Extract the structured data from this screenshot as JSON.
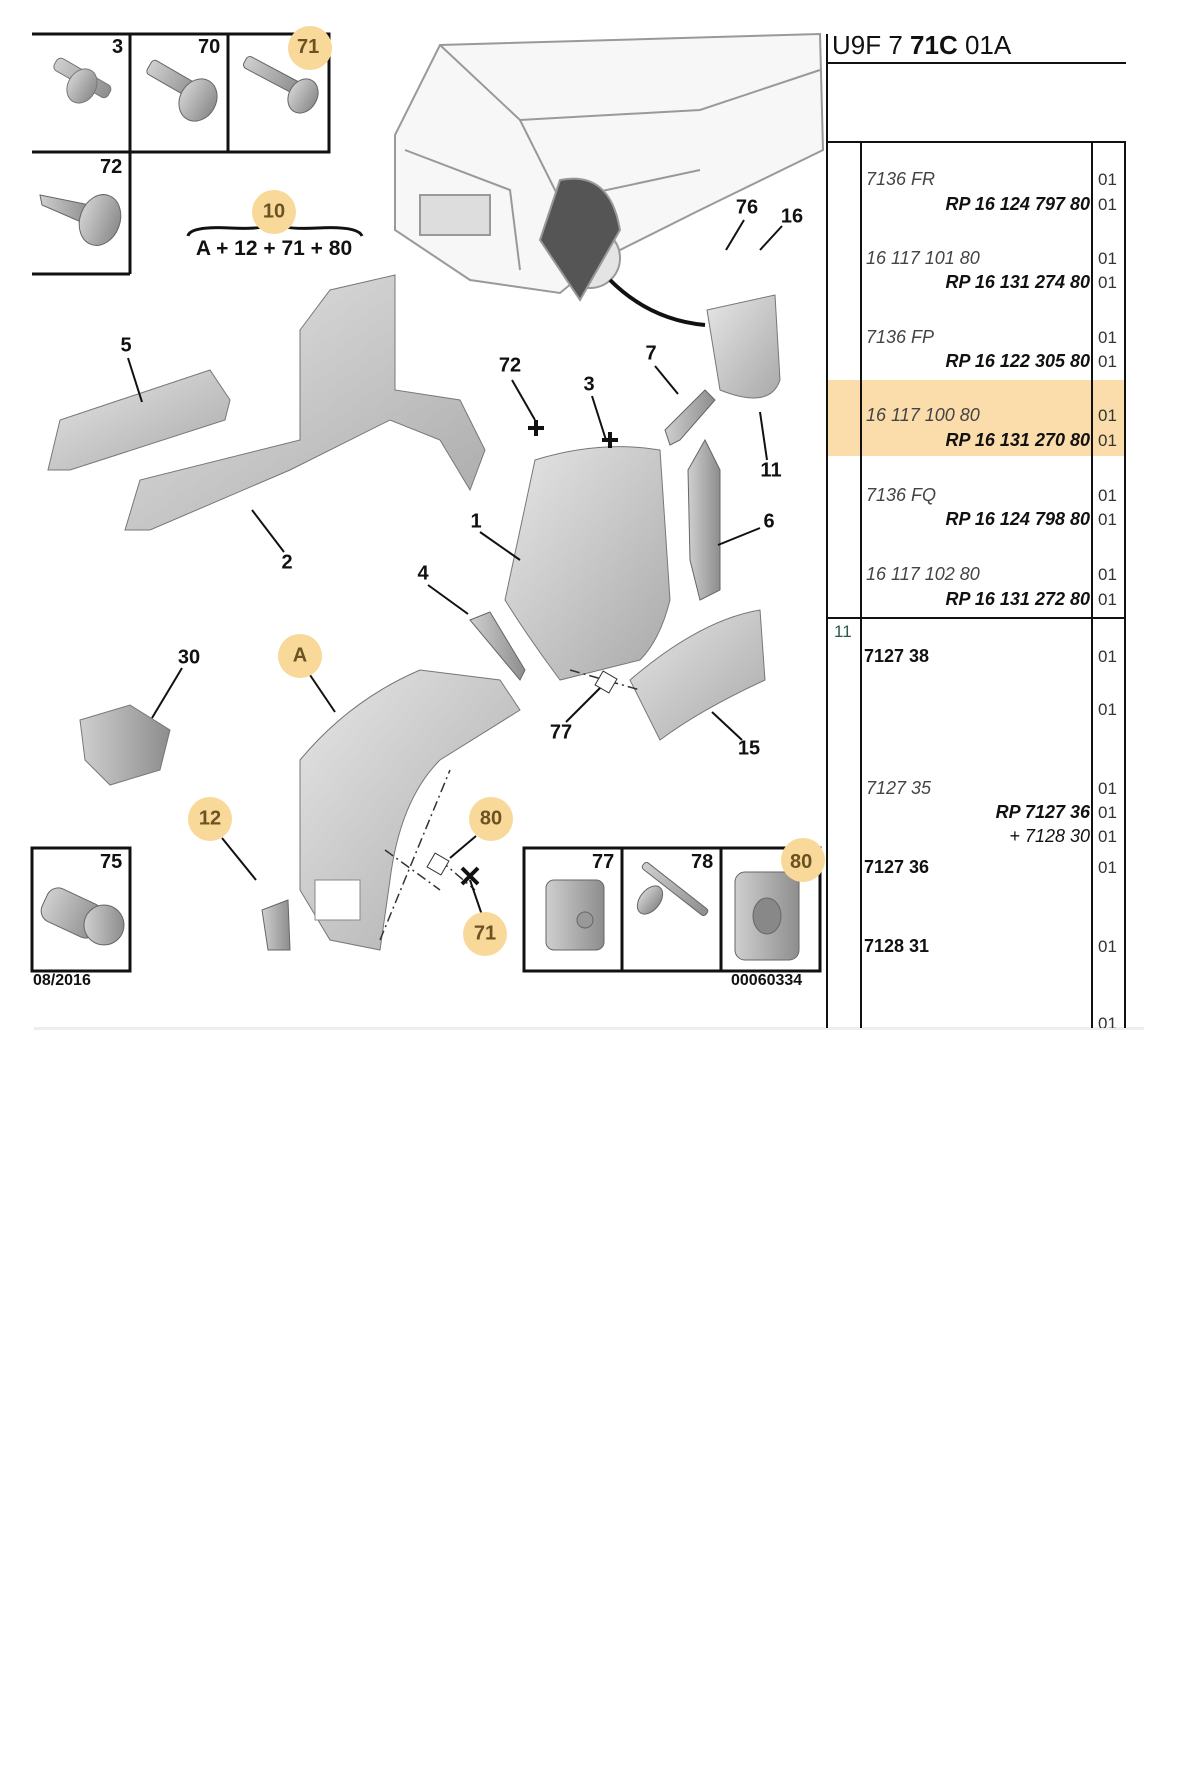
{
  "header": {
    "prefix": "U9F 7 ",
    "code": "71C",
    "suffix": " 01A"
  },
  "diagram": {
    "top_boxes": [
      "3",
      "70",
      "71",
      "72"
    ],
    "kit": {
      "number": "10",
      "formula": "A + 12 + 71 + 80"
    },
    "callouts": [
      "76",
      "16",
      "5",
      "72",
      "3",
      "7",
      "11",
      "1",
      "6",
      "2",
      "4",
      "A",
      "30",
      "77",
      "15",
      "12",
      "80",
      "71"
    ],
    "bottom_left_box": "75",
    "bottom_right_boxes": [
      "77",
      "78",
      "80"
    ],
    "date": "08/2016",
    "reference": "00060334",
    "highlight_color": "#f8d99a"
  },
  "table": {
    "highlight_color": "#fbdcab",
    "group1": [
      {
        "ref": "7136 FR",
        "rp": "RP 16 124 797 80",
        "qty1": "01",
        "qty2": "01"
      },
      {
        "ref": "16 117 101 80",
        "rp": "RP 16 131 274 80",
        "qty1": "01",
        "qty2": "01"
      },
      {
        "ref": "7136 FP",
        "rp": "RP 16 122 305 80",
        "qty1": "01",
        "qty2": "01"
      },
      {
        "ref": "16 117 100 80",
        "rp": "RP 16 131 270 80",
        "qty1": "01",
        "qty2": "01",
        "selected": true
      },
      {
        "ref": "7136 FQ",
        "rp": "RP 16 124 798 80",
        "qty1": "01",
        "qty2": "01"
      },
      {
        "ref": "16 117 102 80",
        "rp": "RP 16 131 272 80",
        "qty1": "01",
        "qty2": "01"
      }
    ],
    "group2": {
      "index": "11",
      "items": [
        {
          "ref": "7127 38",
          "qty": "01"
        },
        {
          "qty": "01"
        },
        {
          "ref_italic": "7127 35",
          "qty": "01"
        },
        {
          "rp": "RP 7127 36",
          "qty": "01"
        },
        {
          "rp": "+ 7128 30",
          "qty": "01"
        },
        {
          "ref": "7127 36",
          "qty": "01"
        },
        {
          "ref": "7128 31",
          "qty": "01"
        },
        {
          "qty": "01"
        }
      ]
    }
  }
}
